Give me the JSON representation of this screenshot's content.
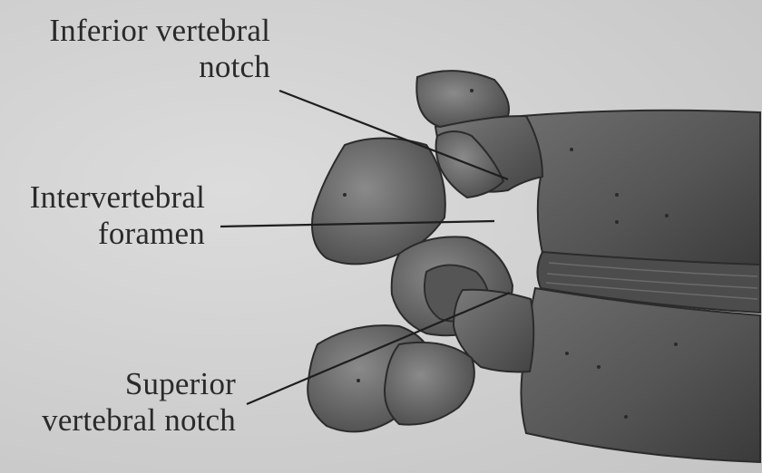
{
  "labels": {
    "inferior_notch": {
      "line1": "Inferior vertebral",
      "line2": "notch"
    },
    "intervertebral_foramen": {
      "line1": "Intervertebral",
      "line2": "foramen"
    },
    "superior_notch": {
      "line1": "Superior",
      "line2": "vertebral notch"
    }
  },
  "colors": {
    "background": "#d3d3d3",
    "bone_dark": "#3f3f3f",
    "bone_mid": "#5c5c5c",
    "bone_light": "#7a7a7a",
    "leader_line": "#1e1e1e",
    "text": "#2a2a2a"
  }
}
